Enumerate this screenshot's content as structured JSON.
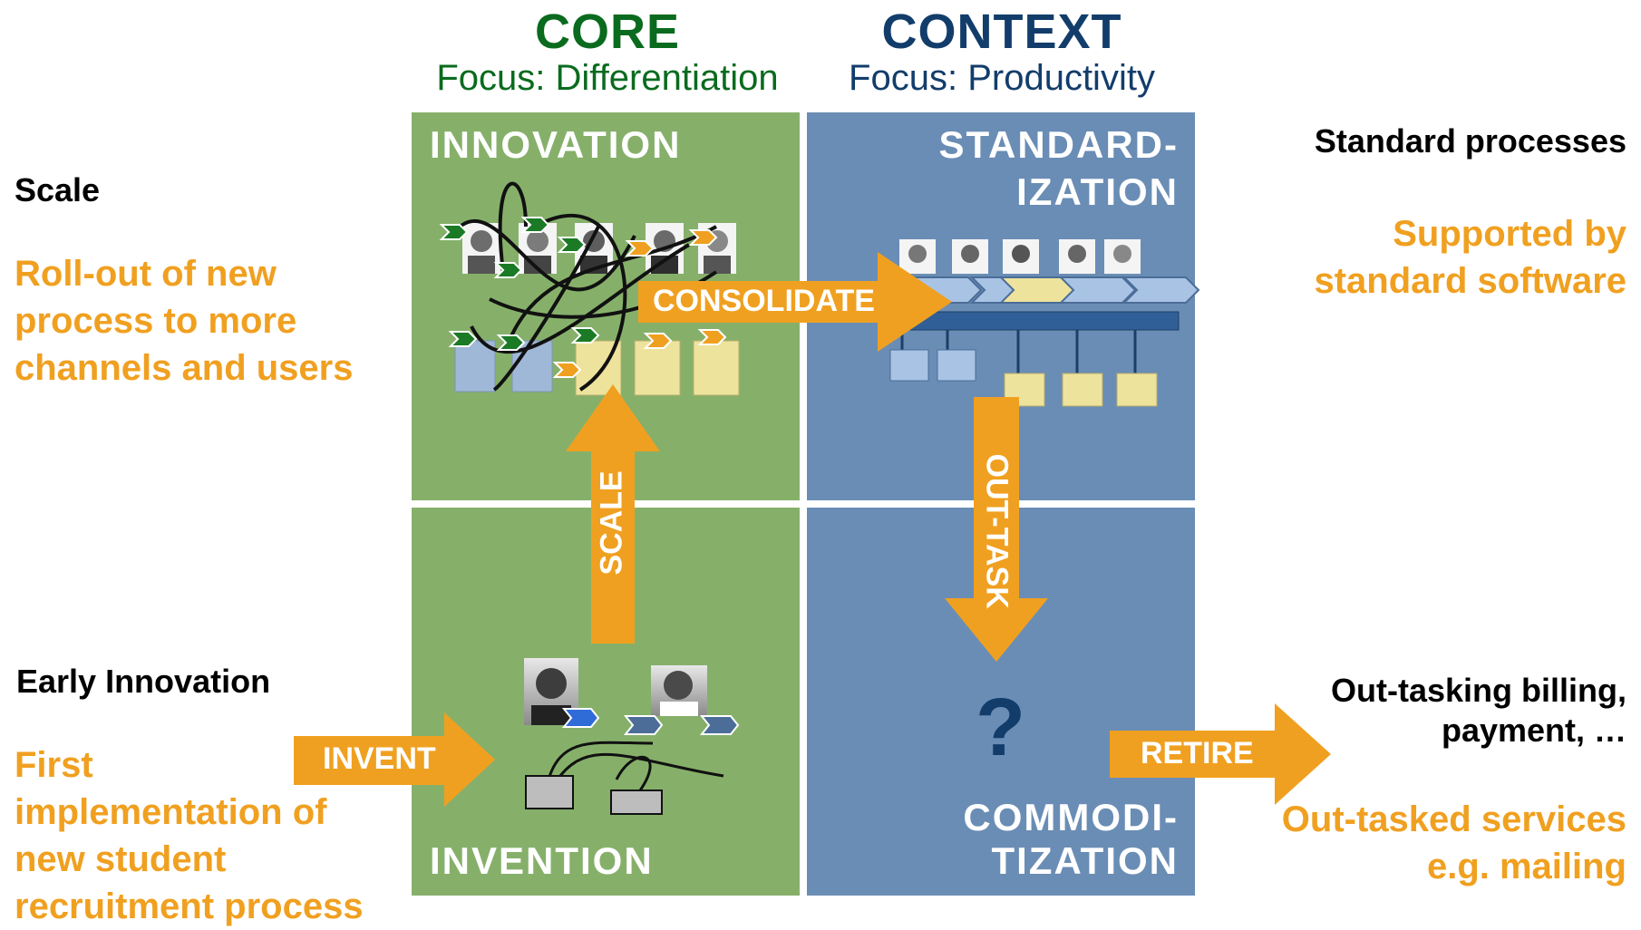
{
  "colors": {
    "core": "#0a6b1e",
    "context": "#123d6b",
    "core_quadrant": "#86b06a",
    "context_quadrant": "#6a8db5",
    "accent": "#f0a020"
  },
  "header": {
    "core_title": "CORE",
    "core_subtitle": "Focus: Differentiation",
    "context_title": "CONTEXT",
    "context_subtitle": "Focus: Productivity"
  },
  "quadrants": {
    "innovation": "INNOVATION",
    "standardization_line1": "STANDARD-",
    "standardization_line2": "IZATION",
    "invention": "INVENTION",
    "commoditization_line1": "COMMODI-",
    "commoditization_line2": "TIZATION",
    "unknown_mark": "?"
  },
  "arrows": {
    "consolidate": "CONSOLIDATE",
    "scale": "SCALE",
    "out_task": "OUT-TASK",
    "invent": "INVENT",
    "retire": "RETIRE"
  },
  "left": {
    "scale_heading": "Scale",
    "scale_desc": [
      "Roll-out of new",
      "process to more",
      "channels and users"
    ],
    "early_heading": "Early Innovation",
    "early_desc": [
      "First",
      "implementation of",
      "new student",
      "recruitment process"
    ]
  },
  "right": {
    "standard_heading": "Standard processes",
    "standard_desc": [
      "Supported by",
      "standard software"
    ],
    "outtask_heading": [
      "Out-tasking billing,",
      "payment, …"
    ],
    "outtask_desc": [
      "Out-tasked services",
      "e.g. mailing"
    ]
  }
}
